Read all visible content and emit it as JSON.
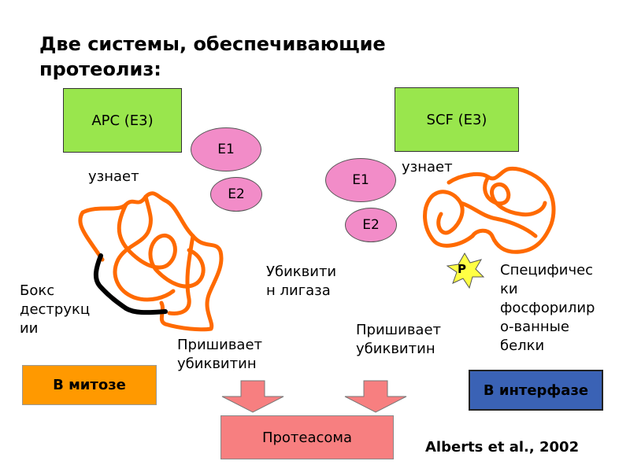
{
  "title": {
    "line1": "Две системы, обеспечивающие",
    "line2": "протеолиз:"
  },
  "left": {
    "complex": "APC (E3)",
    "e1": "E1",
    "e2": "E2",
    "recognizes": "узнает",
    "box_label": {
      "line1": "Бокс",
      "line2": "деструкц",
      "line3": "ии"
    },
    "phase": "В митозе",
    "attach": {
      "line1": "Пришивает",
      "line2": "убиквитин"
    }
  },
  "right": {
    "complex": "SCF (E3)",
    "e1": "E1",
    "e2": "E2",
    "recognizes": "узнает",
    "phospho_badge": "P",
    "phospho_label": {
      "line1": "Специфичес",
      "line2": "ки",
      "line3": "фосфорилир",
      "line4": "о-ванные",
      "line5": "белки"
    },
    "phase": "В интерфазе",
    "attach": {
      "line1": "Пришивает",
      "line2": "убиквитин"
    }
  },
  "center": {
    "ligase": {
      "line1": "Убиквити",
      "line2": "н лигаза"
    }
  },
  "proteasome": "Протеасома",
  "citation": "Alberts et al., 2002",
  "colors": {
    "complex_green": "#99e64d",
    "enzyme_pink": "#f28cc8",
    "protein_orange": "#ff6a00",
    "destruction_box_black": "#000000",
    "mitosis_orange": "#ff9900",
    "interphase_blue": "#3a62b5",
    "proteasome_pink": "#f77f80",
    "phospho_yellow": "#ffff44"
  },
  "icons": [
    "protein-chain-left",
    "protein-chain-right",
    "destruction-box-segment",
    "phosphate-star-icon",
    "down-arrow-left",
    "down-arrow-right"
  ]
}
